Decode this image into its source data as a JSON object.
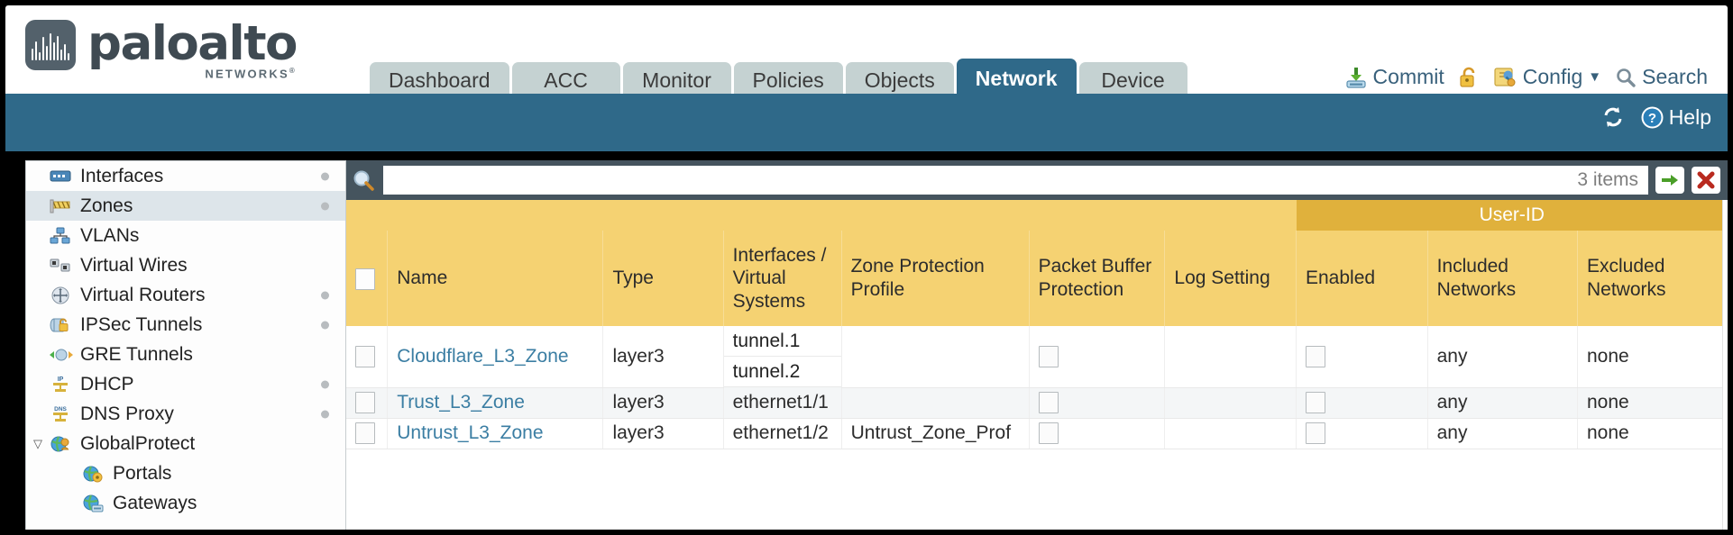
{
  "brand": {
    "word": "paloalto",
    "subtitle": "NETWORKS",
    "trademark": "®"
  },
  "nav": {
    "tabs": [
      {
        "label": "Dashboard",
        "active": false
      },
      {
        "label": "ACC",
        "active": false
      },
      {
        "label": "Monitor",
        "active": false
      },
      {
        "label": "Policies",
        "active": false
      },
      {
        "label": "Objects",
        "active": false
      },
      {
        "label": "Network",
        "active": true
      },
      {
        "label": "Device",
        "active": false
      }
    ],
    "actions": [
      {
        "label": "Commit",
        "icon": "commit-download-icon"
      },
      {
        "label": "",
        "icon": "unlock-padlock-icon"
      },
      {
        "label": "Config",
        "icon": "config-key-icon",
        "caret": "▼"
      },
      {
        "label": "Search",
        "icon": "search-magnifier-icon"
      }
    ]
  },
  "band": {
    "refresh_icon": "refresh-icon",
    "help_label": "Help",
    "help_icon": "help-question-icon"
  },
  "sidebar": {
    "items": [
      {
        "label": "Interfaces",
        "icon": "interfaces-icon",
        "selected": false,
        "dot": true,
        "child": false,
        "caret": ""
      },
      {
        "label": "Zones",
        "icon": "zones-icon",
        "selected": true,
        "dot": true,
        "child": false,
        "caret": ""
      },
      {
        "label": "VLANs",
        "icon": "vlans-icon",
        "selected": false,
        "dot": false,
        "child": false,
        "caret": ""
      },
      {
        "label": "Virtual Wires",
        "icon": "virtual-wires-icon",
        "selected": false,
        "dot": false,
        "child": false,
        "caret": ""
      },
      {
        "label": "Virtual Routers",
        "icon": "virtual-routers-icon",
        "selected": false,
        "dot": true,
        "child": false,
        "caret": ""
      },
      {
        "label": "IPSec Tunnels",
        "icon": "ipsec-tunnels-icon",
        "selected": false,
        "dot": true,
        "child": false,
        "caret": ""
      },
      {
        "label": "GRE Tunnels",
        "icon": "gre-tunnels-icon",
        "selected": false,
        "dot": false,
        "child": false,
        "caret": ""
      },
      {
        "label": "DHCP",
        "icon": "dhcp-icon",
        "selected": false,
        "dot": true,
        "child": false,
        "caret": ""
      },
      {
        "label": "DNS Proxy",
        "icon": "dns-proxy-icon",
        "selected": false,
        "dot": true,
        "child": false,
        "caret": ""
      },
      {
        "label": "GlobalProtect",
        "icon": "globalprotect-icon",
        "selected": false,
        "dot": false,
        "child": false,
        "caret": "▽"
      },
      {
        "label": "Portals",
        "icon": "portals-icon",
        "selected": false,
        "dot": false,
        "child": true,
        "caret": ""
      },
      {
        "label": "Gateways",
        "icon": "gateways-icon",
        "selected": false,
        "dot": false,
        "child": true,
        "caret": ""
      }
    ]
  },
  "search": {
    "value": "",
    "placeholder": "",
    "items_count": "3 items",
    "apply_icon": "green-arrow-apply-icon",
    "clear_icon": "red-x-clear-icon"
  },
  "table": {
    "group_header": {
      "label": "User-ID",
      "span": 3
    },
    "columns": [
      "Name",
      "Type",
      "Interfaces / Virtual Systems",
      "Zone Protection Profile",
      "Packet Buffer Protection",
      "Log Setting",
      "Enabled",
      "Included Networks",
      "Excluded Networks"
    ],
    "rows": [
      {
        "selected": false,
        "name": "Cloudflare_L3_Zone",
        "type": "layer3",
        "interfaces": [
          "tunnel.1",
          "tunnel.2"
        ],
        "zone_protection_profile": "",
        "packet_buffer_protection": false,
        "log_setting": "",
        "userid_enabled": false,
        "included_networks": "any",
        "excluded_networks": "none"
      },
      {
        "selected": false,
        "name": "Trust_L3_Zone",
        "type": "layer3",
        "interfaces": [
          "ethernet1/1"
        ],
        "zone_protection_profile": "",
        "packet_buffer_protection": false,
        "log_setting": "",
        "userid_enabled": false,
        "included_networks": "any",
        "excluded_networks": "none"
      },
      {
        "selected": false,
        "name": "Untrust_L3_Zone",
        "type": "layer3",
        "interfaces": [
          "ethernet1/2"
        ],
        "zone_protection_profile": "Untrust_Zone_Prof",
        "packet_buffer_protection": false,
        "log_setting": "",
        "userid_enabled": false,
        "included_networks": "any",
        "excluded_networks": "none"
      }
    ]
  },
  "colors": {
    "teal_band": "#2f6989",
    "header_yellow": "#f5d272",
    "group_header_yellow": "#e0b13c",
    "search_bar_dark": "#45545e",
    "tab_inactive": "#c5d2d2",
    "link_blue": "#3b7ea3"
  }
}
